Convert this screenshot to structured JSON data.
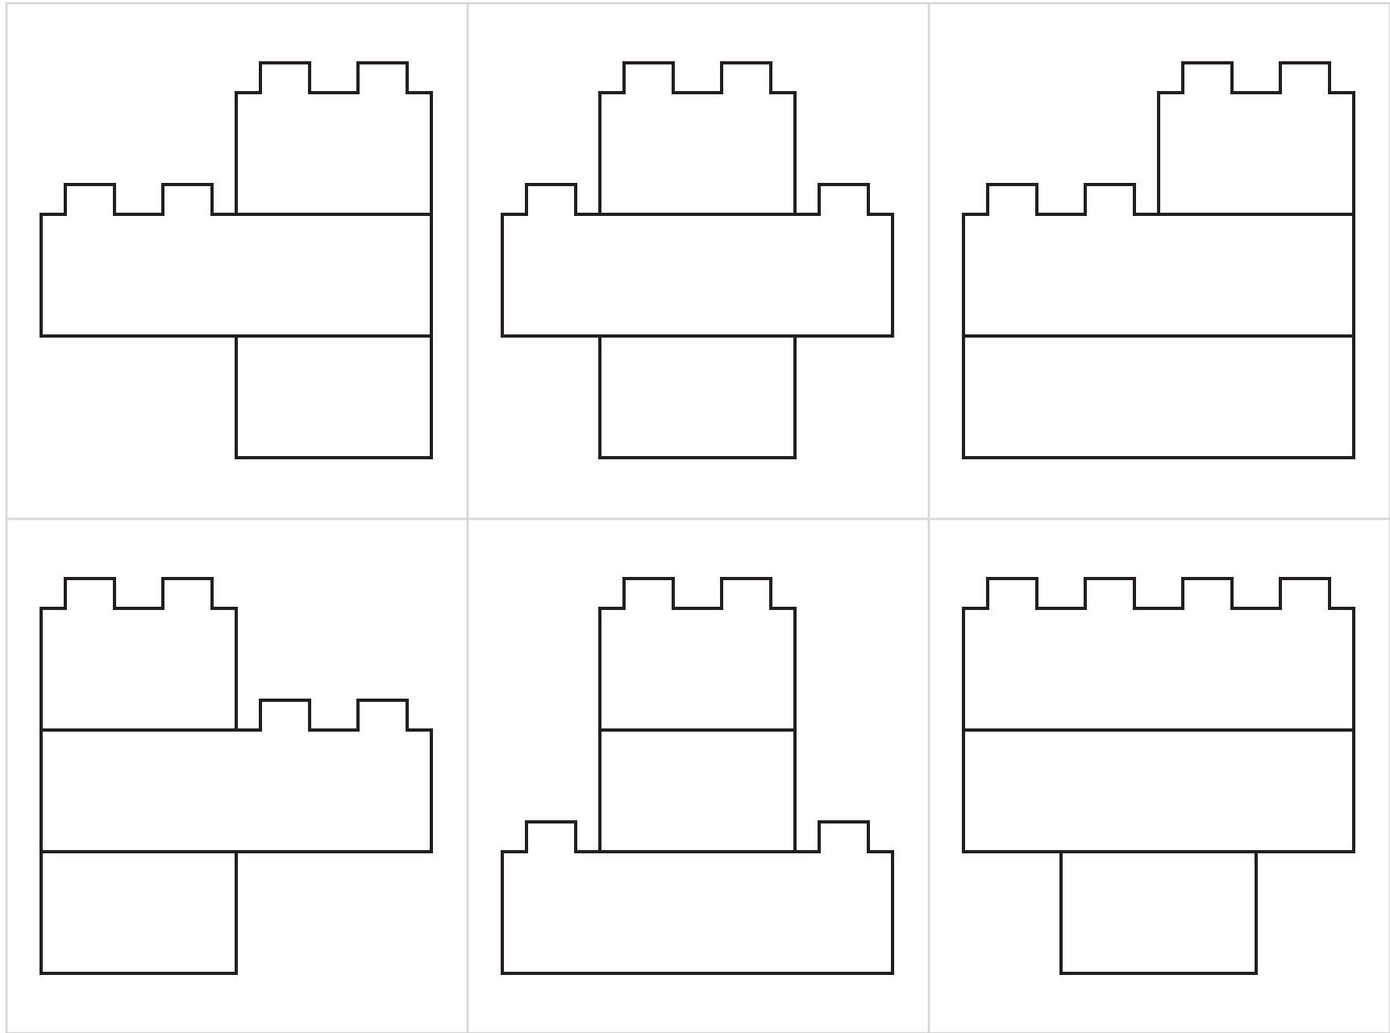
{
  "sheet": {
    "rows": 2,
    "columns": 3,
    "cells": [
      {
        "name": "card-1",
        "layout": "offset-right",
        "bricks": [
          {
            "row": 0,
            "col": 1,
            "width": 1
          },
          {
            "row": 1,
            "col": 0,
            "width": 2
          },
          {
            "row": 2,
            "col": 1,
            "width": 1
          }
        ]
      },
      {
        "name": "card-2",
        "layout": "centered-t",
        "bricks": [
          {
            "row": 0,
            "col": 0.5,
            "width": 1
          },
          {
            "row": 1,
            "col": 0,
            "width": 2
          },
          {
            "row": 2,
            "col": 0.5,
            "width": 1
          }
        ]
      },
      {
        "name": "card-3",
        "layout": "l-shape",
        "bricks": [
          {
            "row": 0,
            "col": 1,
            "width": 1
          },
          {
            "row": 1,
            "col": 0,
            "width": 2
          },
          {
            "row": 2,
            "col": 0,
            "width": 2
          }
        ]
      },
      {
        "name": "card-4",
        "layout": "offset-left",
        "bricks": [
          {
            "row": 0,
            "col": 0,
            "width": 1
          },
          {
            "row": 1,
            "col": 0,
            "width": 2
          },
          {
            "row": 2,
            "col": 0,
            "width": 1
          }
        ]
      },
      {
        "name": "card-5",
        "layout": "tower-on-base",
        "bricks": [
          {
            "row": 0,
            "col": 0.5,
            "width": 1
          },
          {
            "row": 1,
            "col": 0.5,
            "width": 1
          },
          {
            "row": 2,
            "col": 0,
            "width": 2
          }
        ]
      },
      {
        "name": "card-6",
        "layout": "wide-stack",
        "bricks": [
          {
            "row": 0,
            "col": 0,
            "width": 2
          },
          {
            "row": 1,
            "col": 0,
            "width": 2
          },
          {
            "row": 2,
            "col": 0.5,
            "width": 1
          }
        ]
      }
    ]
  }
}
